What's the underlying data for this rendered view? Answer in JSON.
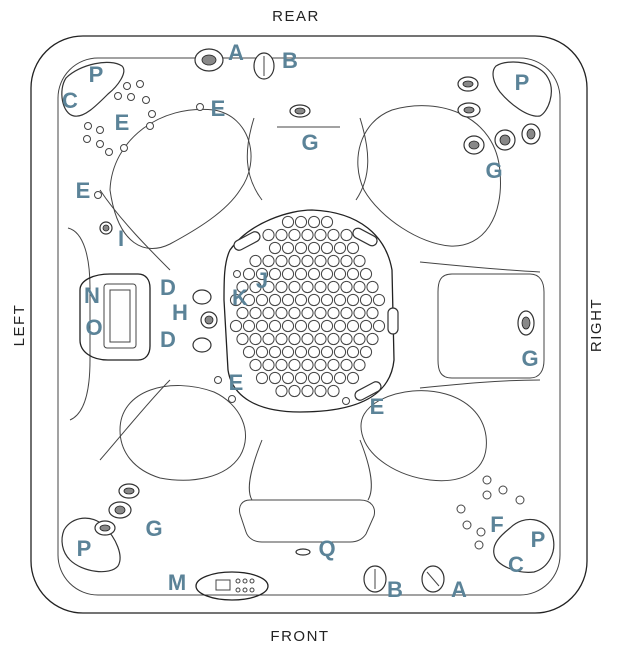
{
  "orientation": {
    "rear": "REAR",
    "front": "FRONT",
    "left": "LEFT",
    "right": "RIGHT"
  },
  "callouts": {
    "a_top": "A",
    "b_top": "B",
    "c_top_left": "C",
    "p_top_left": "P",
    "e_top_left_jets": "E",
    "e_top_mid": "E",
    "e_left": "E",
    "g_top": "G",
    "p_top_right": "P",
    "g_top_right": "G",
    "i_left": "I",
    "j_center": "J",
    "k_center": "K",
    "d_upper": "D",
    "h_center": "H",
    "d_lower": "D",
    "n_left": "N",
    "o_left": "O",
    "g_right": "G",
    "e_center_lower": "E",
    "e_center_right": "E",
    "g_bottom_left": "G",
    "f_bottom_right": "F",
    "p_bottom_left": "P",
    "m_bottom": "M",
    "q_bottom": "Q",
    "b_bottom": "B",
    "a_bottom": "A",
    "c_bottom_right": "C",
    "p_bottom_right": "P"
  },
  "colors": {
    "callout": "#5b8398",
    "outline": "#222222",
    "background": "#ffffff"
  }
}
